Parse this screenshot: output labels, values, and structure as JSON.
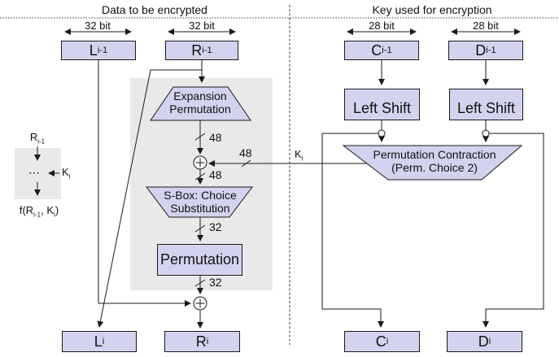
{
  "header": {
    "left_title": "Data to be encrypted",
    "right_title": "Key used for encryption"
  },
  "bits": {
    "l1": "32 bit",
    "l2": "32 bit",
    "r1": "28 bit",
    "r2": "28 bit"
  },
  "reg": {
    "l_prev": {
      "main": "L",
      "sub": "i-1"
    },
    "r_prev": {
      "main": "R",
      "sub": "i-1"
    },
    "c_prev": {
      "main": "C",
      "sub": "i-1"
    },
    "d_prev": {
      "main": "D",
      "sub": "i-1"
    },
    "l_next": {
      "main": "L",
      "sub": "i"
    },
    "r_next": {
      "main": "R",
      "sub": "i"
    },
    "c_next": {
      "main": "C",
      "sub": "i"
    },
    "d_next": {
      "main": "D",
      "sub": "i"
    }
  },
  "blocks": {
    "expansion": {
      "line1": "Expansion",
      "line2": "Permutation"
    },
    "sbox": {
      "line1": "S-Box: Choice",
      "line2": "Substitution"
    },
    "permutation": {
      "label": "Permutation"
    },
    "left_shift_c": {
      "label": "Left Shift"
    },
    "left_shift_d": {
      "label": "Left Shift"
    },
    "perm_contraction": {
      "line1": "Permutation Contraction",
      "line2": "(Perm. Choice 2)"
    }
  },
  "wires": {
    "w48_down1": "48",
    "w48_key": "48",
    "w48_down2": "48",
    "w32_down1": "32",
    "w32_down2": "32",
    "key": {
      "main": "K",
      "sub": "i"
    }
  },
  "legend": {
    "r": {
      "main": "R",
      "sub": "i-1"
    },
    "dots": "⋯",
    "k": {
      "main": "K",
      "sub": "i"
    },
    "f": {
      "pre": "f(R",
      "sub1": "i-1",
      "mid": ", K",
      "sub2": "i",
      "post": ")"
    }
  },
  "colors": {
    "box_fill": "#d3d3ef",
    "box_border": "#1a1a1a",
    "shade": "#e9e9e9",
    "line": "#1a1a1a"
  }
}
